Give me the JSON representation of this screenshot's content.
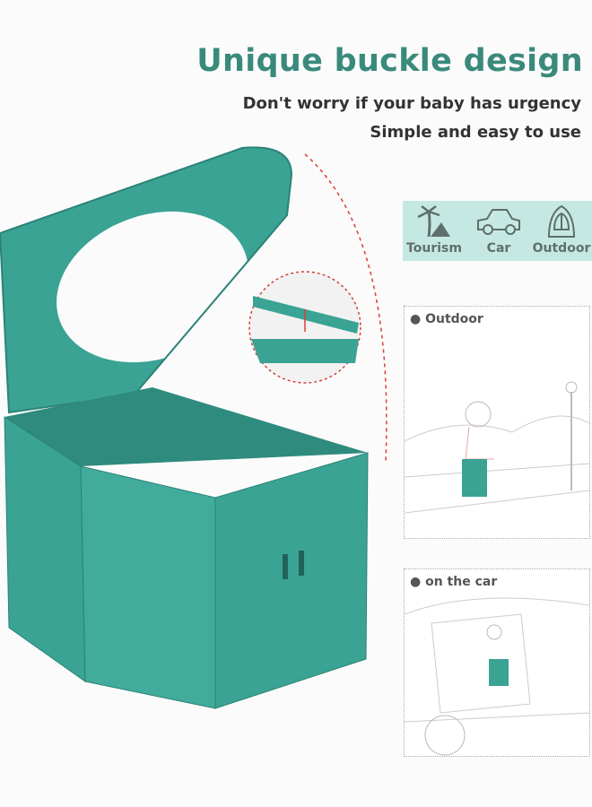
{
  "header": {
    "title": "Unique buckle design",
    "subtitle_1": "Don't worry if your baby has urgency",
    "subtitle_2": "Simple and easy to use"
  },
  "usage_icons": [
    {
      "icon": "palm-tree-icon",
      "label": "Tourism"
    },
    {
      "icon": "car-icon",
      "label": "Car"
    },
    {
      "icon": "tent-icon",
      "label": "Outdoor"
    }
  ],
  "scenes": [
    {
      "label": "Outdoor"
    },
    {
      "label": "on the car"
    }
  ],
  "colors": {
    "product": "#3aa394",
    "title": "#3a8a7c",
    "band": "#c6e8e3",
    "arrow": "#d9403a"
  }
}
